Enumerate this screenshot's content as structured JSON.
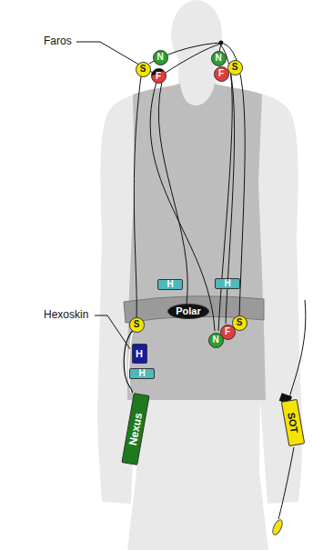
{
  "diagram": {
    "nodes": [
      {
        "text": [
          "S"
        ]
      },
      {
        "text": [
          "N"
        ]
      },
      {
        "text": [
          "F"
        ]
      },
      {
        "text": [
          "N"
        ]
      },
      {
        "text": [
          "F"
        ]
      },
      {
        "text": [
          "S"
        ]
      },
      {
        "text": [
          "H"
        ]
      },
      {
        "text": [
          "H"
        ]
      },
      {
        "text": [
          "Polar"
        ]
      },
      {
        "text": [
          "S"
        ]
      },
      {
        "text": [
          "S"
        ]
      },
      {
        "text": [
          "F"
        ]
      },
      {
        "text": [
          "N"
        ]
      },
      {
        "text": [
          "H"
        ]
      },
      {
        "text": [
          "H"
        ]
      },
      {
        "text": [
          "Nexus"
        ]
      },
      {
        "text": [
          "SOT"
        ]
      }
    ],
    "edges": [
      {
        "from": 9,
        "to": 15,
        "arrow": "none"
      }
    ],
    "labels": [
      "Faros",
      "Hexoskin"
    ]
  }
}
